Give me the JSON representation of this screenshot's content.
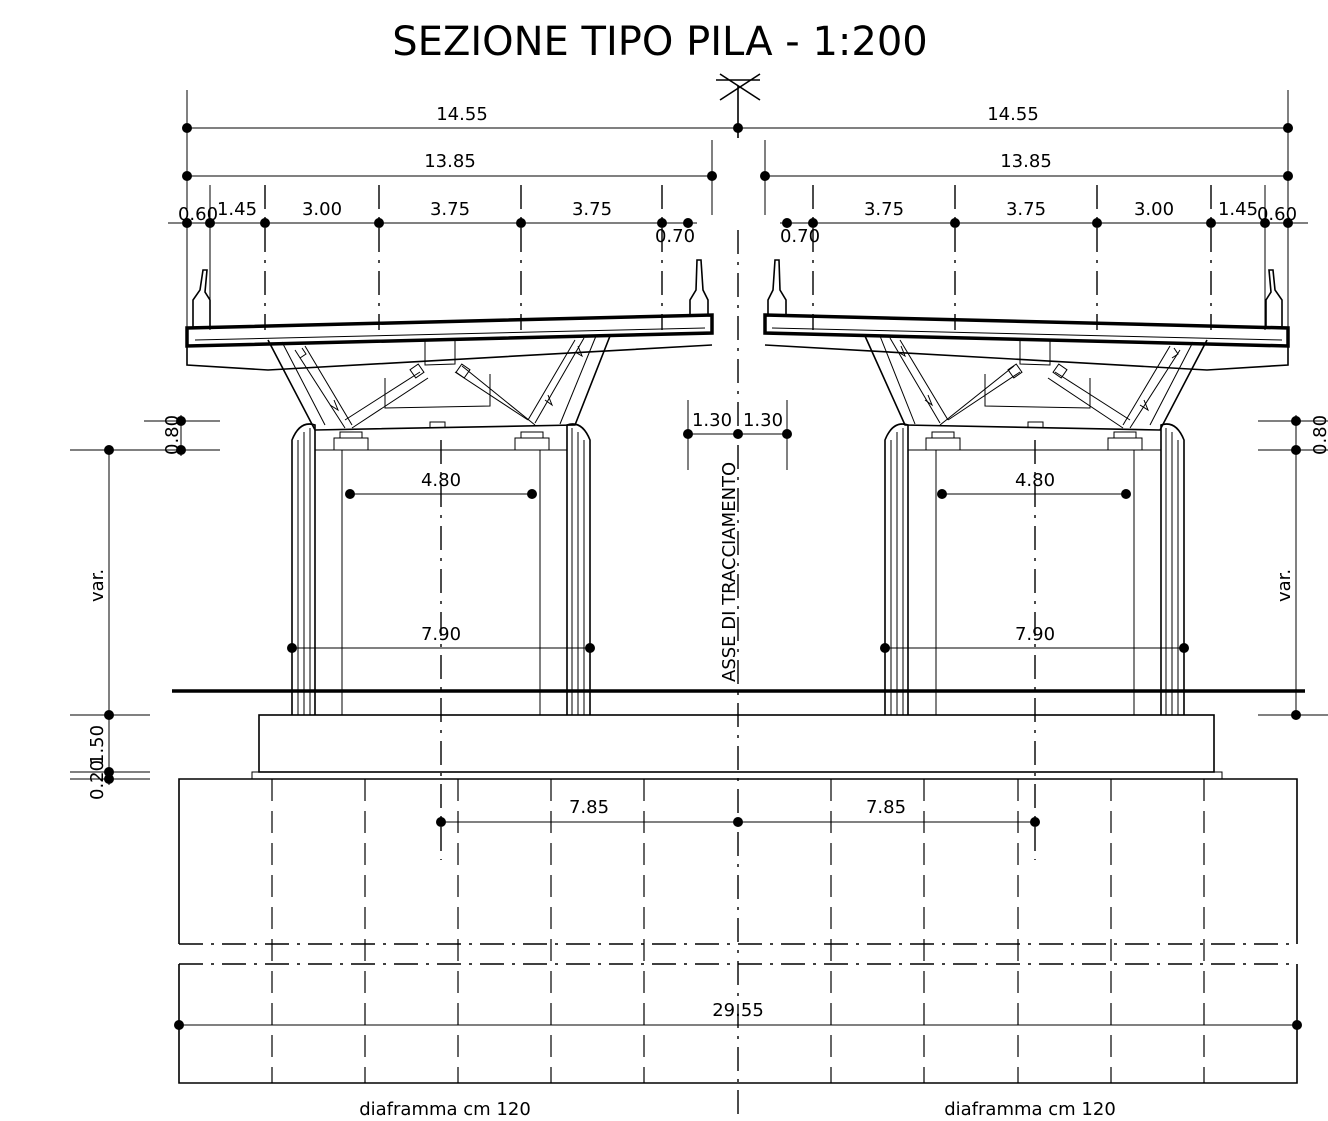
{
  "title": "SEZIONE TIPO PILA - 1:200",
  "axis_label": "ASSE DI TRACCIAMENTO",
  "dims": {
    "deck_total_left": "14.55",
    "deck_total_right": "14.55",
    "deck_width_left": "13.85",
    "deck_width_right": "13.85",
    "seg_060_left": "0.60",
    "seg_145_left": "1.45",
    "seg_300_left": "3.00",
    "seg_375a_left": "3.75",
    "seg_375b_left": "3.75",
    "seg_070_left": "0.70",
    "seg_070_right": "0.70",
    "seg_375a_right": "3.75",
    "seg_375b_right": "3.75",
    "seg_300_right": "3.00",
    "seg_145_right": "1.45",
    "seg_060_right": "0.60",
    "gap_left": "1.30",
    "gap_right": "1.30",
    "cap_left": "0.80",
    "cap_right": "0.80",
    "bearing_left": "4.80",
    "bearing_right": "4.80",
    "pier_left": "7.90",
    "pier_right": "7.90",
    "height_left": "var.",
    "height_right": "var.",
    "plinth_a": "1.50",
    "plinth_b": "0.20",
    "found_left": "7.85",
    "found_right": "7.85",
    "total_width": "29.55"
  },
  "notes": {
    "diaphragm_left": "diaframma cm 120",
    "diaphragm_right": "diaframma cm 120"
  }
}
